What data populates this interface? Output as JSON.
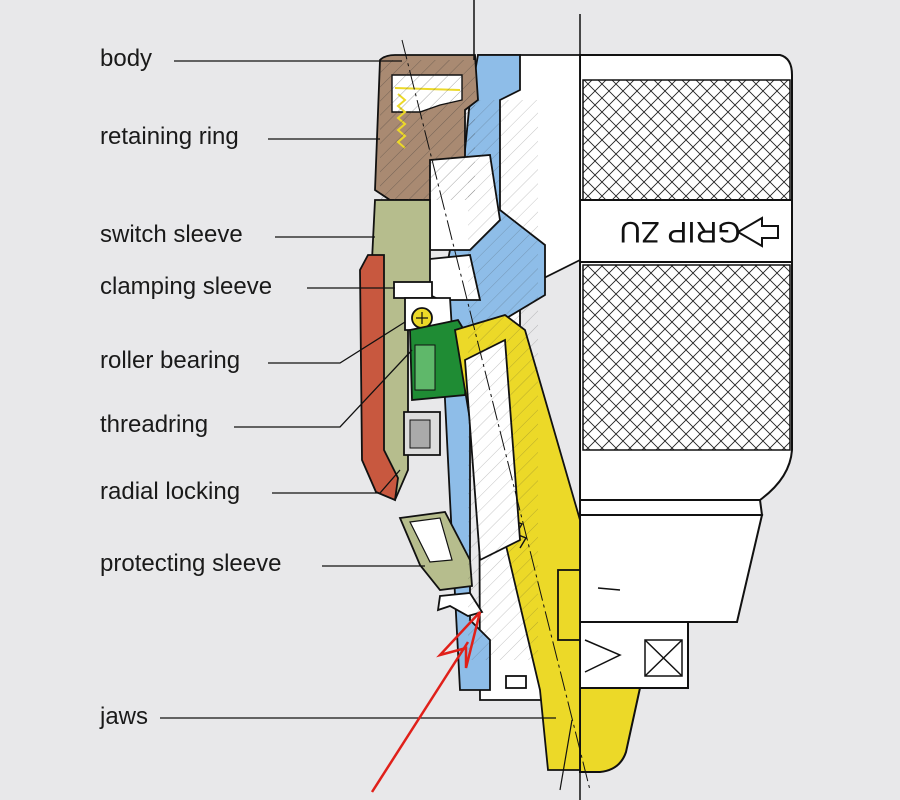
{
  "labels": {
    "body": "body",
    "retaining_ring": "retaining ring",
    "switch_sleeve": "switch sleeve",
    "clamping_sleeve": "clamping sleeve",
    "roller_bearing": "roller bearing",
    "threadring": "threadring",
    "radial_locking": "radial locking",
    "protecting_sleeve": "protecting sleeve",
    "jaws": "jaws"
  },
  "sleeve_text": "GRIP ZU",
  "colors": {
    "background": "#e8e8ea",
    "body_brown": "#a98a72",
    "switch_green": "#b6bd8d",
    "locking_red": "#c8583f",
    "blue_part": "#8ebde8",
    "yellow_part": "#ecd928",
    "roller_green": "#1f8c34",
    "arrow_red": "#e0201a"
  }
}
